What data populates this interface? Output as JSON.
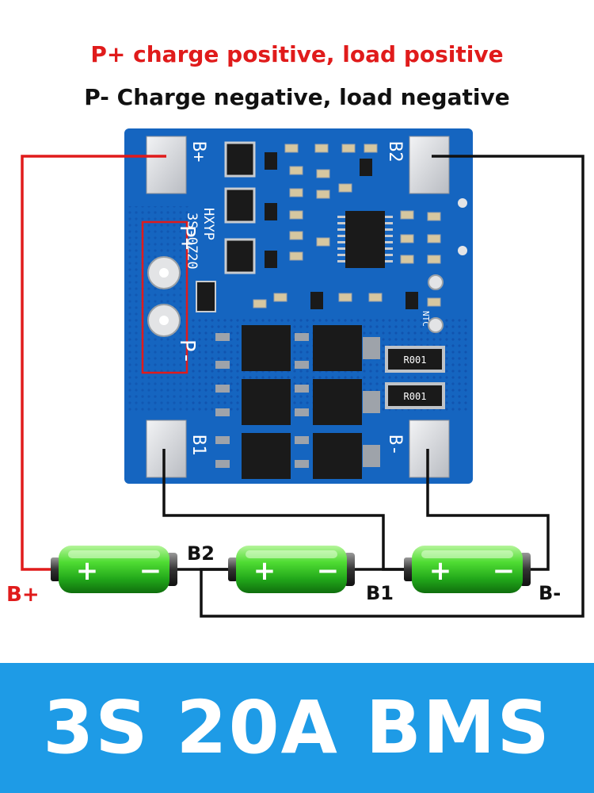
{
  "header": {
    "line1": {
      "text": "P+ charge positive, load positive",
      "color": "#e01b1b"
    },
    "line2": {
      "text": "P- Charge negative, load negative",
      "color": "#111111"
    }
  },
  "board": {
    "silkscreen": {
      "b_plus": "B+",
      "b2": "B2",
      "b1": "B1",
      "b_minus": "B-",
      "p_plus": "P+",
      "p_minus": "P-",
      "model": "HXYP",
      "part": "3S-0Z20",
      "ntc": "NTC"
    },
    "resistor_labels": [
      "R001",
      "R001"
    ],
    "colors": {
      "pcb": "#1565c0",
      "pad": "#d8dade",
      "wire_red": "#e01b1b",
      "wire_black": "#111111",
      "highlight_box": "#e01b1b"
    }
  },
  "batteries": {
    "count": 3,
    "plus_symbol": "+",
    "minus_symbol": "−",
    "color": "#3ccf2a"
  },
  "terminal_labels": {
    "b_plus": "B+",
    "b2": "B2",
    "b1": "B1",
    "b_minus": "B-"
  },
  "banner": {
    "text": "3S 20A BMS",
    "color": "#1e9be6"
  }
}
